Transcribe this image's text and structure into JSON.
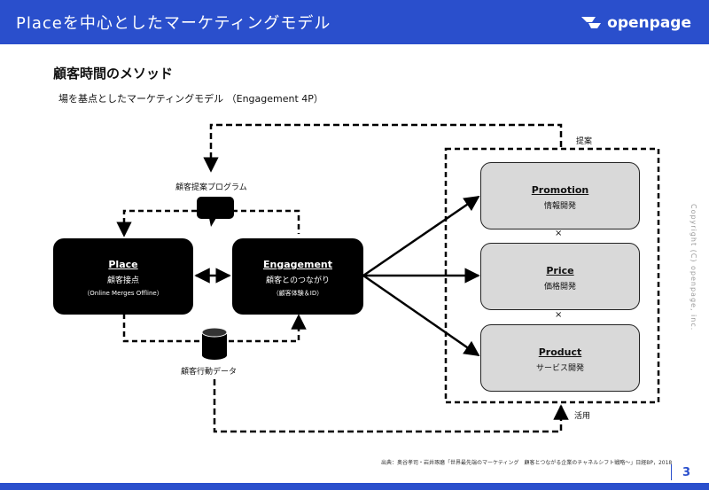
{
  "header": {
    "title": "Placeを中心としたマーケティングモデル",
    "logo_text": "openpage"
  },
  "section_title": "顧客時間のメソッド",
  "subtitle": "場を基点としたマーケティングモデル （Engagement 4P）",
  "diagram": {
    "place": {
      "title": "Place",
      "sub": "顧客接点",
      "detail": "（Online Merges Offline）"
    },
    "engagement": {
      "title": "Engagement",
      "sub": "顧客とのつながり",
      "detail": "（顧客体験＆ID）"
    },
    "proposal_program": "顧客提案プログラム",
    "behavior_data": "顧客行動データ",
    "proposal": "提案",
    "utilization": "活用",
    "promotion": {
      "title": "Promotion",
      "sub": "情報開発"
    },
    "price": {
      "title": "Price",
      "sub": "価格開発"
    },
    "product": {
      "title": "Product",
      "sub": "サービス開発"
    },
    "times": "×"
  },
  "source": "出典：奥谷孝司・岩井琢磨「世界最先端のマーケティング　顧客とつながる企業のチャネルシフト戦略～」日経BP，2018",
  "copyright": "Copyright (C) openpage, inc.",
  "page_number": "3",
  "colors": {
    "brand": "#2a4fcc",
    "box_dark": "#000000",
    "box_light": "#d9d9d9"
  }
}
